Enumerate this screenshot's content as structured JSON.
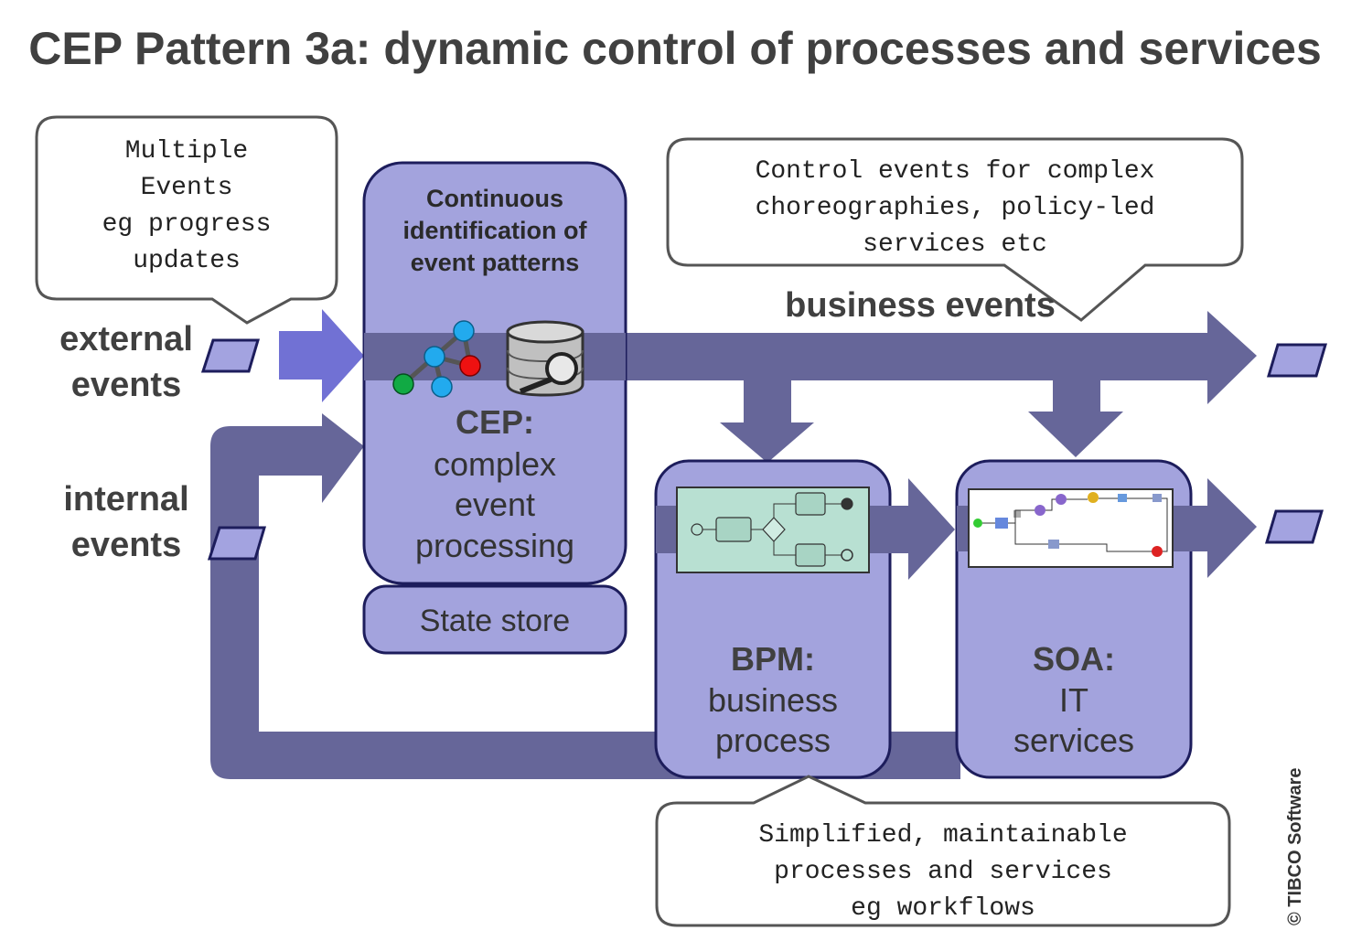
{
  "title": "CEP Pattern 3a: dynamic control of processes and services",
  "callouts": {
    "multiple_events": [
      "Multiple",
      "Events",
      "eg progress",
      "updates"
    ],
    "control_events": [
      "Control events for complex",
      "choreographies, policy-led",
      "services etc"
    ],
    "simplified": [
      "Simplified, maintainable",
      "processes and services",
      "eg workflows"
    ]
  },
  "labels": {
    "external_events": [
      "external",
      "events"
    ],
    "internal_events": [
      "internal",
      "events"
    ],
    "business_events": "business events"
  },
  "cep": {
    "header": [
      "Continuous",
      "identification of",
      "event patterns"
    ],
    "title": "CEP:",
    "body": [
      "complex",
      "event",
      "processing"
    ],
    "state_store": "State store"
  },
  "bpm": {
    "title": "BPM:",
    "body": [
      "business",
      "process"
    ]
  },
  "soa": {
    "title": "SOA:",
    "body": [
      "IT",
      "services"
    ]
  },
  "copyright": "© TIBCO Software",
  "colors": {
    "box_fill": "#a3a3dd",
    "box_stroke": "#1d1d5c",
    "arrow_dark": "#666699",
    "arrow_light": "#7171d4",
    "event_parallelogram": "#a3a3e0",
    "text_dark": "#404040"
  },
  "icons": {
    "graph": "event-pattern-graph-icon",
    "database": "database-search-icon",
    "bpm_thumbnail": "bpm-process-diagram-thumbnail",
    "soa_thumbnail": "soa-process-diagram-thumbnail"
  }
}
